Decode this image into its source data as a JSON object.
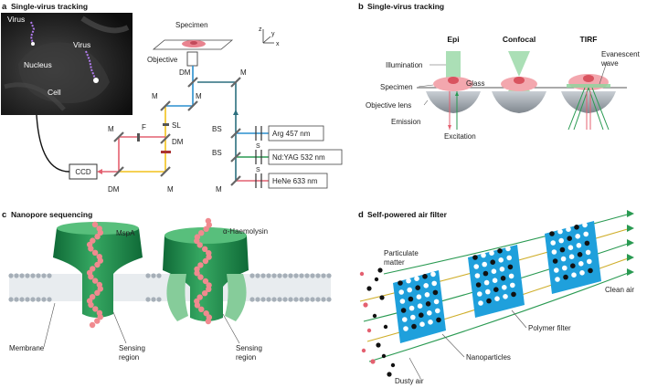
{
  "panel_a": {
    "letter": "a",
    "title": "Single-virus tracking",
    "micro_labels": {
      "virus1": "Virus",
      "virus2": "Virus",
      "nucleus": "Nucleus",
      "cell": "Cell"
    },
    "specimen": "Specimen",
    "objective": "Objective",
    "axes": {
      "z": "z",
      "y": "y",
      "x": "x"
    },
    "dm": "DM",
    "m": "M",
    "f": "F",
    "sl": "SL",
    "bs": "BS",
    "s": "S",
    "ccd": "CCD",
    "lasers": [
      "Arg 457 nm",
      "Nd:YAG 532 nm",
      "HeNe 633 nm"
    ],
    "colors": {
      "blue": "#2a8fcf",
      "green": "#2a9a52",
      "red": "#e46070",
      "yellow": "#f2c21c"
    }
  },
  "panel_b": {
    "letter": "b",
    "title": "Single-virus tracking",
    "modes": [
      "Epi",
      "Confocal",
      "TIRF"
    ],
    "labels": {
      "illumination": "Illumination",
      "glass": "Glass",
      "specimen": "Specimen",
      "objective_lens": "Objective lens",
      "emission": "Emission",
      "excitation": "Excitation",
      "evanescent1": "Evanescent",
      "evanescent2": "wave"
    }
  },
  "panel_c": {
    "letter": "c",
    "title": "Nanopore sequencing",
    "pores": [
      "MspA",
      "α-Haemolysin"
    ],
    "labels": {
      "membrane": "Membrane",
      "sensing1a": "Sensing",
      "sensing1b": "region",
      "sensing2a": "Sensing",
      "sensing2b": "region"
    }
  },
  "panel_d": {
    "letter": "d",
    "title": "Self-powered air filter",
    "labels": {
      "particulate1": "Particulate",
      "particulate2": "matter",
      "clean_air": "Clean air",
      "polymer_filter": "Polymer filter",
      "nanoparticles": "Nanoparticles",
      "dusty_air": "Dusty air"
    }
  }
}
